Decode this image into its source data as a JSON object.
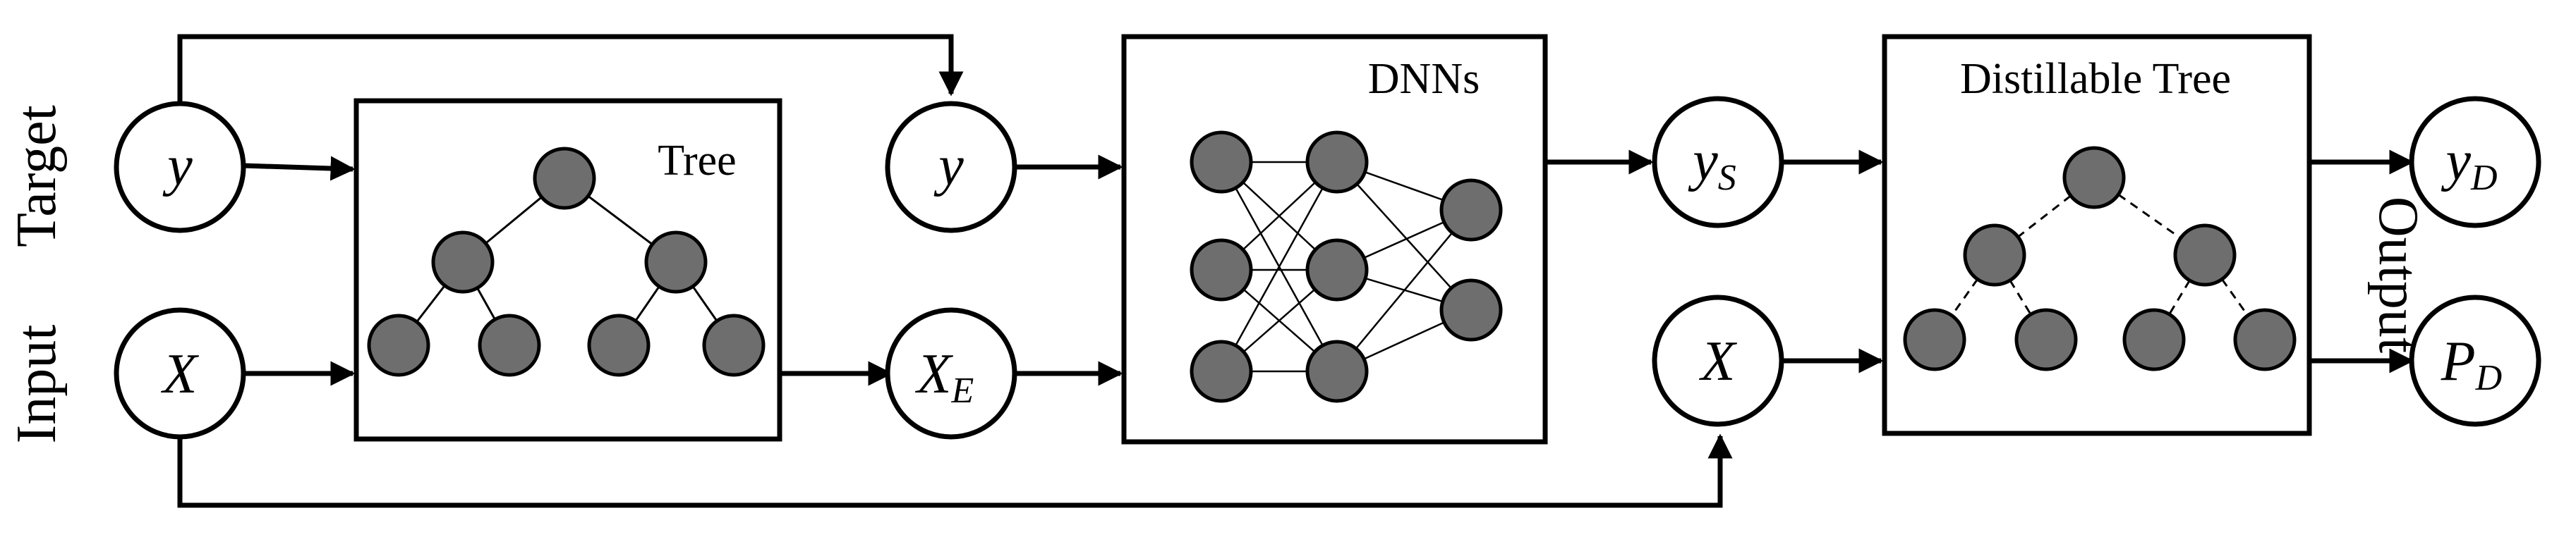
{
  "side_labels": {
    "target": "Target",
    "input": "Input",
    "output": "Output"
  },
  "boxes": {
    "tree": "Tree",
    "dnns": "DNNs",
    "distillable_tree": "Distillable Tree"
  },
  "nodes": {
    "y1": {
      "main": "y",
      "sub": ""
    },
    "x1": {
      "main": "X",
      "sub": ""
    },
    "y2": {
      "main": "y",
      "sub": ""
    },
    "xe": {
      "main": "X",
      "sub": "E"
    },
    "ys": {
      "main": "y",
      "sub": "S"
    },
    "x2": {
      "main": "X",
      "sub": ""
    },
    "yd": {
      "main": "y",
      "sub": "D"
    },
    "pd": {
      "main": "P",
      "sub": "D"
    }
  },
  "colors": {
    "node_fill": "#6e6e6e",
    "stroke": "#000000",
    "background": "#ffffff"
  }
}
